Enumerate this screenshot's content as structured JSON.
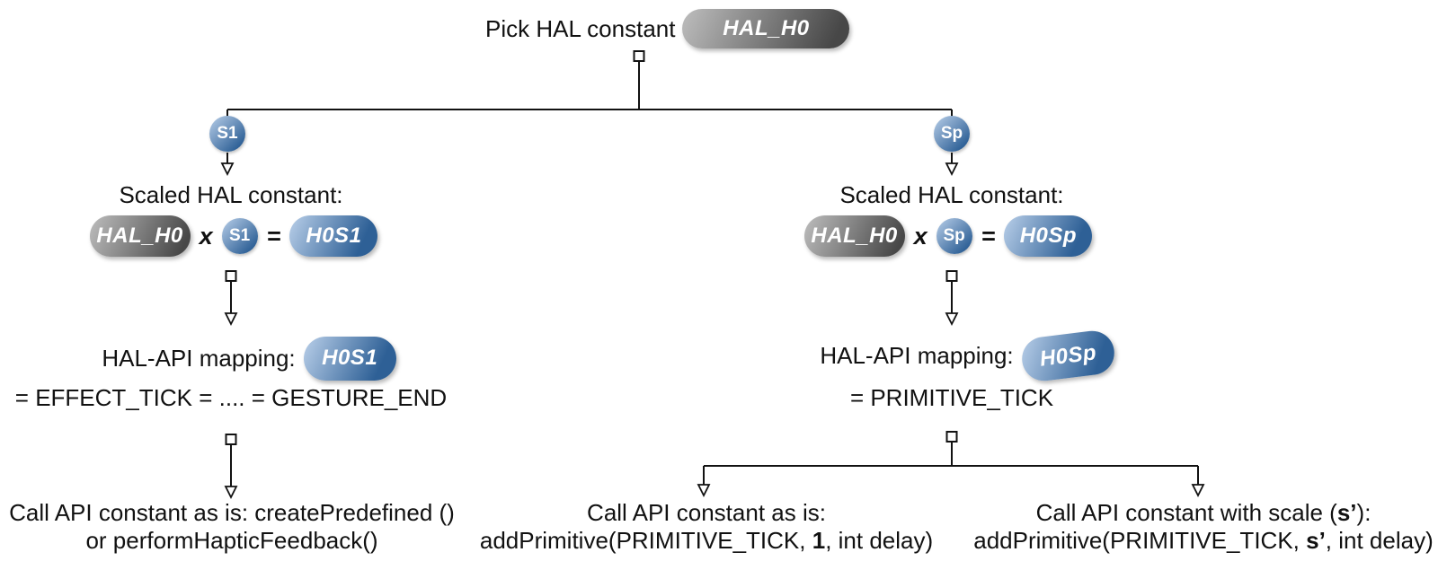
{
  "colors": {
    "ink": "#111111",
    "line": "#121212",
    "gray-light": "#b7b7b7",
    "gray-dark": "#474747",
    "blue-light": "#b9cfe9",
    "blue-dark": "#2e6096",
    "pill-text": "#ffffff"
  },
  "root": {
    "label": "Pick HAL constant",
    "pill": "HAL_H0"
  },
  "branch_left": {
    "scale_badge": "S1",
    "scaled_heading": "Scaled HAL constant:",
    "formula": {
      "hal_pill": "HAL_H0",
      "times_op": "x",
      "scale_badge": "S1",
      "equals_op": "=",
      "result_pill": "H0S1"
    },
    "mapping": {
      "label": "HAL-API mapping:",
      "pill": "H0S1",
      "equation": "= EFFECT_TICK = .... = GESTURE_END"
    },
    "call": {
      "line1": "Call API constant as is: createPredefined ()",
      "line2": "or performHapticFeedback()"
    }
  },
  "branch_right": {
    "scale_badge": "Sp",
    "scaled_heading": "Scaled HAL constant:",
    "formula": {
      "hal_pill": "HAL_H0",
      "times_op": "x",
      "scale_badge": "Sp",
      "equals_op": "=",
      "result_pill": "H0Sp"
    },
    "mapping": {
      "label": "HAL-API mapping:",
      "pill": "H0Sp",
      "equation": "= PRIMITIVE_TICK"
    },
    "call_as_is": {
      "line1": "Call API constant as is:",
      "line2_pre": "addPrimitive(PRIMITIVE_TICK, ",
      "line2_bold": "1",
      "line2_post": ", int delay)"
    },
    "call_with_scale": {
      "line1_pre": "Call API constant with scale (",
      "line1_bold": "s’",
      "line1_post": "):",
      "line2_pre": "addPrimitive(PRIMITIVE_TICK, ",
      "line2_bold": "s’",
      "line2_post": ", int delay)"
    }
  }
}
